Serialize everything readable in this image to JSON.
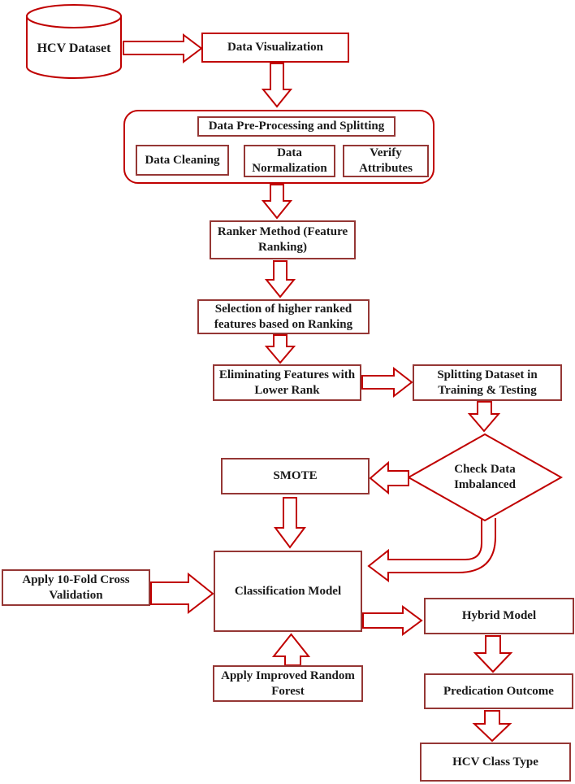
{
  "colors": {
    "flow_red": "#C00000",
    "box_maroon": "#953735",
    "text": "#1A1A1A",
    "background": "#FFFFFF"
  },
  "nodes": {
    "hcv_dataset": "HCV Dataset",
    "data_visualization": "Data Visualization",
    "preprocessing_title": "Data Pre-Processing and Splitting",
    "data_cleaning": "Data Cleaning",
    "data_normalization": "Data Normalization",
    "verify_attributes": "Verify Attributes",
    "ranker_method": "Ranker Method (Feature Ranking)",
    "selection_higher_ranked": "Selection of higher ranked features based on Ranking",
    "eliminating_features": "Eliminating Features with Lower Rank",
    "splitting_dataset": "Splitting Dataset in Training & Testing",
    "check_data_imbalanced": "Check Data Imbalanced",
    "smote": "SMOTE",
    "classification_model": "Classification Model",
    "apply_10_fold_cv": "Apply 10-Fold Cross Validation",
    "apply_improved_rf": "Apply Improved Random Forest",
    "hybrid_model": "Hybrid Model",
    "predication_outcome": "Predication Outcome",
    "hcv_class_type": "HCV Class Type"
  }
}
